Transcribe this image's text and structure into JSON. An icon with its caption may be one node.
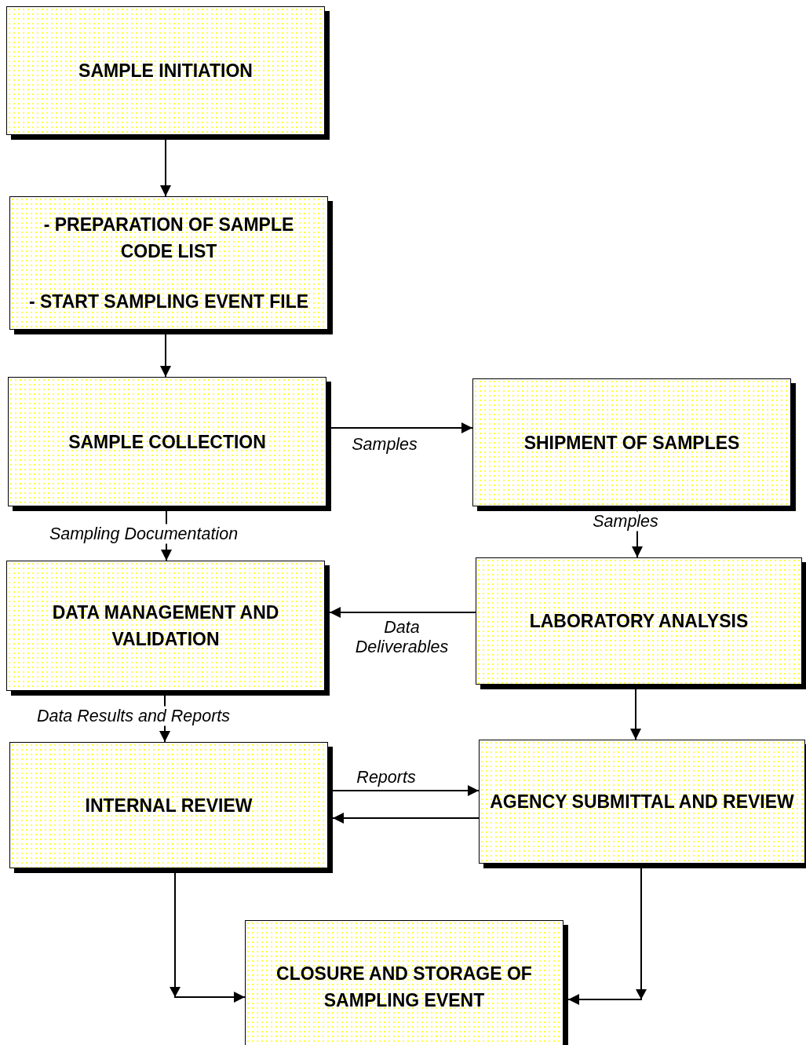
{
  "diagram": {
    "nodes": [
      {
        "text": [
          "SAMPLE INITIATION"
        ]
      },
      {
        "text": [
          "- PREPARATION OF SAMPLE CODE LIST",
          "- START SAMPLING EVENT FILE"
        ]
      },
      {
        "text": [
          "SAMPLE COLLECTION"
        ]
      },
      {
        "text": [
          "SHIPMENT OF SAMPLES"
        ]
      },
      {
        "text": [
          "DATA MANAGEMENT AND VALIDATION"
        ]
      },
      {
        "text": [
          "LABORATORY ANALYSIS"
        ]
      },
      {
        "text": [
          "INTERNAL REVIEW"
        ]
      },
      {
        "text": [
          "AGENCY SUBMITTAL AND REVIEW"
        ]
      },
      {
        "text": [
          "CLOSURE AND STORAGE OF SAMPLING EVENT"
        ]
      }
    ],
    "edges": [
      {
        "from": 0,
        "to": 1,
        "arrow": "to"
      },
      {
        "from": 1,
        "to": 2,
        "arrow": "to"
      },
      {
        "from": 2,
        "to": 3,
        "arrow": "to",
        "label": "Samples"
      },
      {
        "from": 3,
        "to": 5,
        "arrow": "to",
        "label": "Samples"
      },
      {
        "from": 2,
        "to": 4,
        "arrow": "to",
        "label": "Sampling Documentation"
      },
      {
        "from": 5,
        "to": 4,
        "arrow": "to",
        "label": "Data Deliverables"
      },
      {
        "from": 4,
        "to": 6,
        "arrow": "to",
        "label": "Data Results and Reports"
      },
      {
        "from": 5,
        "to": 7,
        "arrow": "to"
      },
      {
        "from": 6,
        "to": 7,
        "arrow": "to",
        "label": "Reports"
      },
      {
        "from": 7,
        "to": 6,
        "arrow": "to"
      },
      {
        "from": 6,
        "to": 8,
        "arrow": "to"
      },
      {
        "from": 7,
        "to": 8,
        "arrow": "to"
      }
    ]
  }
}
